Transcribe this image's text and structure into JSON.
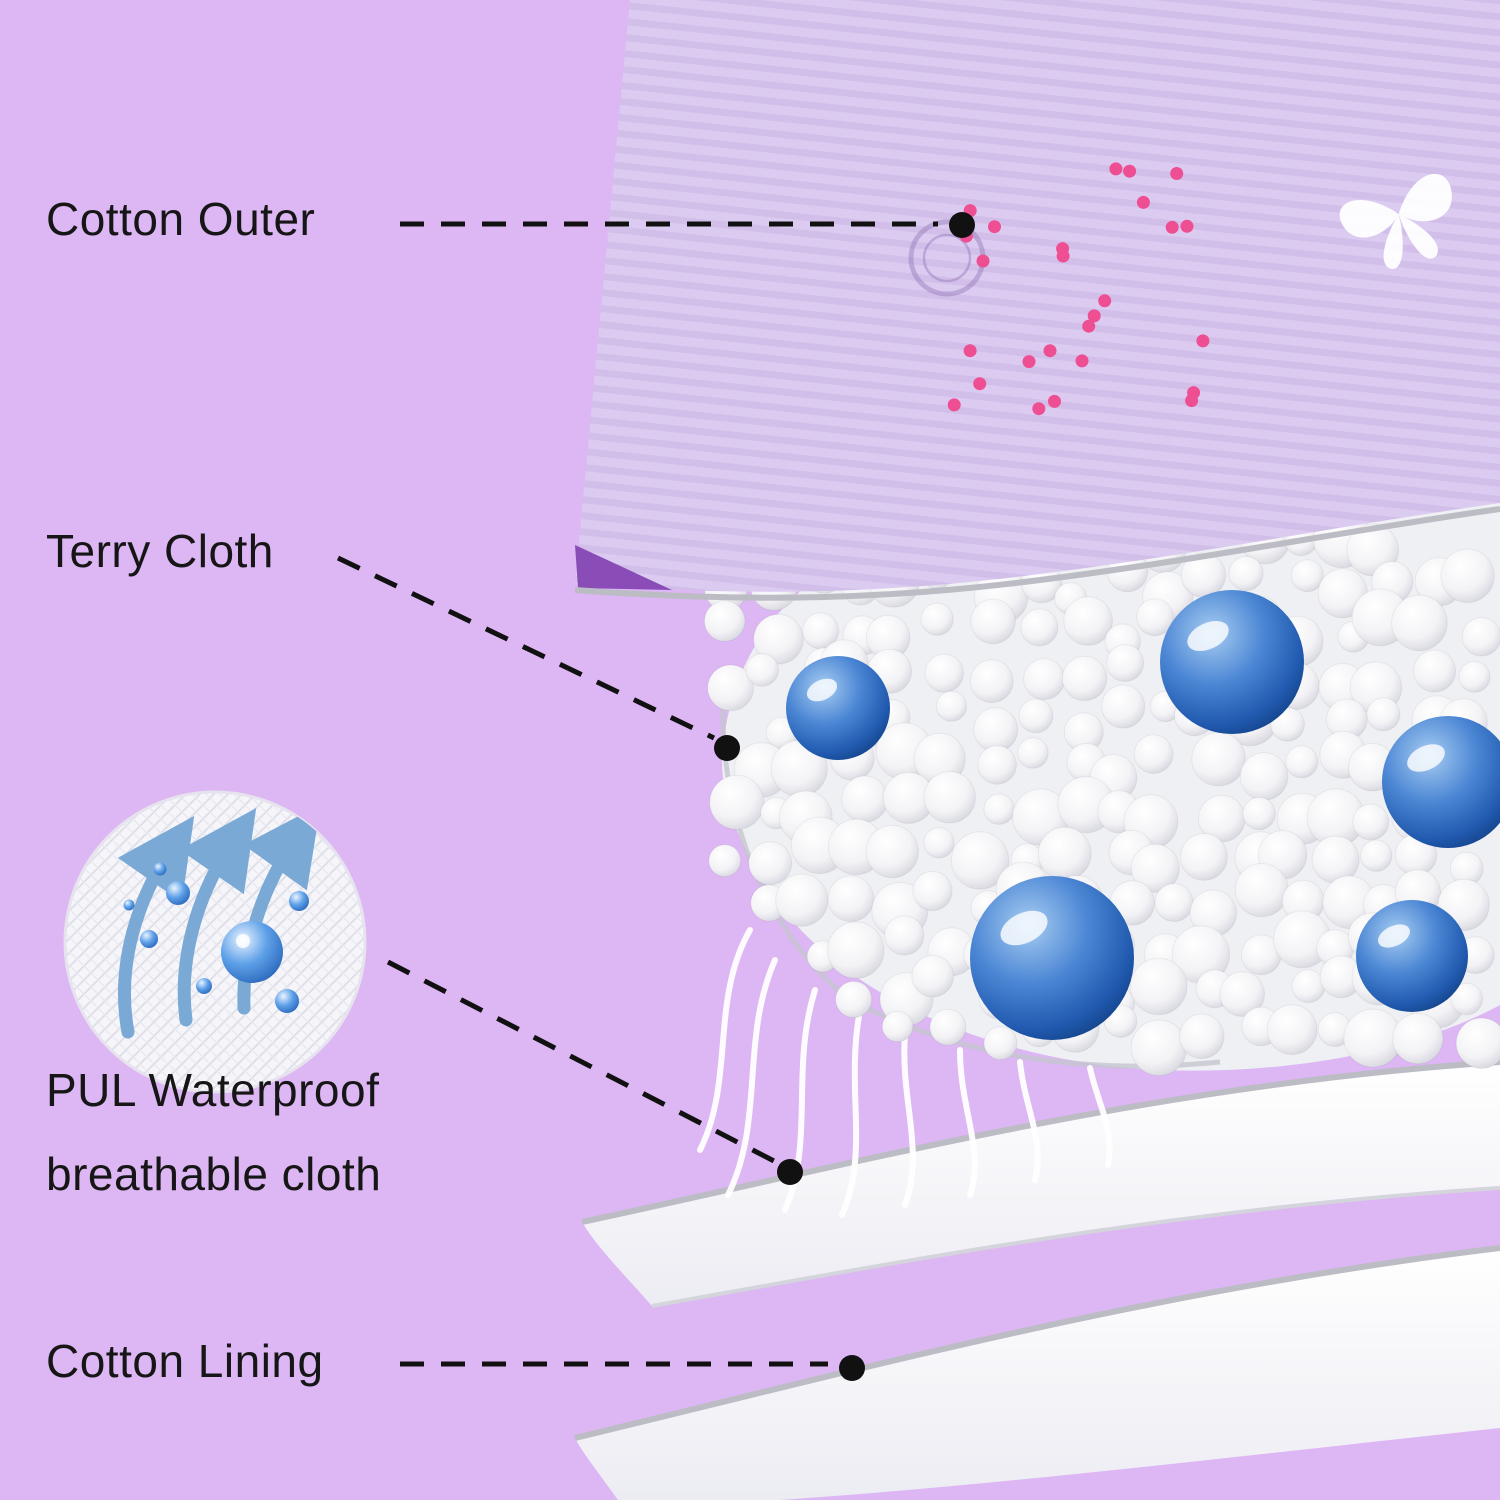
{
  "labels": {
    "cotton_outer": "Cotton Outer",
    "terry_cloth": "Terry Cloth",
    "pul_line1": "PUL Waterproof",
    "pul_line2": "breathable cloth",
    "cotton_lining": "Cotton Lining"
  },
  "colors": {
    "background": "#ddb6f4",
    "label_text": "#161616",
    "leader_line": "#111111",
    "fabric_lavender": "#d9c8ee",
    "fabric_fold": "#8a4db8",
    "pink_dots": "#ee4f92",
    "bead_blue": "#2a68c0",
    "arrow_blue": "#7aa9d6",
    "layer_white": "#ffffff",
    "edge_gray": "#bcbcc4"
  }
}
